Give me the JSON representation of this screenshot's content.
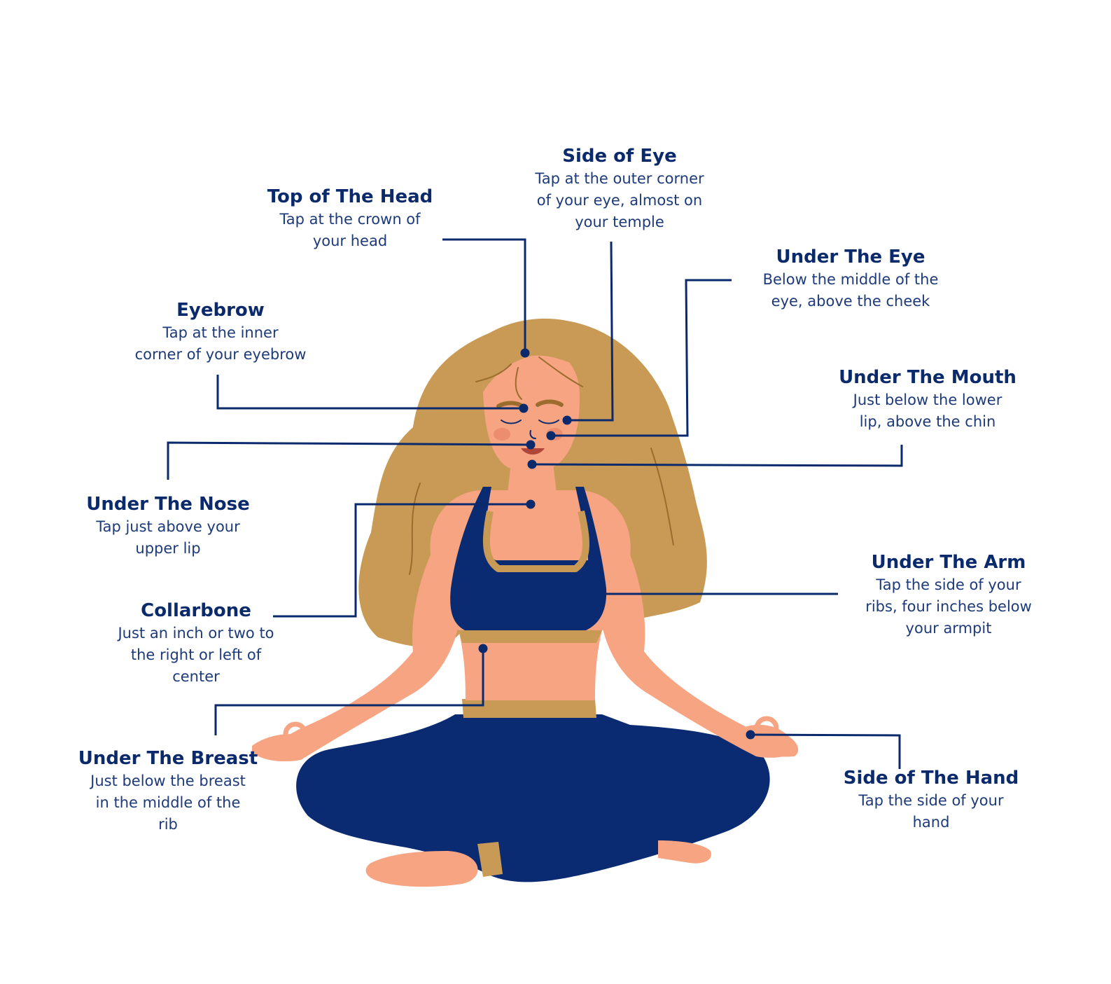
{
  "colors": {
    "navy": "#0b2a6b",
    "hair": "#c99a55",
    "hair_line": "#9a6d2e",
    "skin": "#f7a483",
    "skin_shadow": "#ec8e6e",
    "top": "#0a2b72",
    "trim": "#c99a55",
    "background": "#ffffff"
  },
  "illustration": {
    "subject": "woman-meditating-figure"
  },
  "points": {
    "top_of_head": {
      "title": "Top of The Head",
      "desc": [
        "Tap at the crown of",
        "your head"
      ]
    },
    "side_of_eye": {
      "title": "Side of Eye",
      "desc": [
        "Tap at the outer corner",
        "of your eye, almost on",
        "your temple"
      ]
    },
    "under_eye": {
      "title": "Under The Eye",
      "desc": [
        "Below the middle of  the",
        "eye, above the cheek"
      ]
    },
    "eyebrow": {
      "title": "Eyebrow",
      "desc": [
        "Tap at the inner",
        "corner of your eyebrow"
      ]
    },
    "under_mouth": {
      "title": "Under The Mouth",
      "desc": [
        "Just below the lower",
        "lip, above the chin"
      ]
    },
    "under_nose": {
      "title": "Under The Nose",
      "desc": [
        "Tap just above your",
        "upper lip"
      ]
    },
    "under_arm": {
      "title": "Under The Arm",
      "desc": [
        "Tap the side of your",
        "ribs, four inches below",
        "your armpit"
      ]
    },
    "collarbone": {
      "title": "Collarbone",
      "desc": [
        "Just an inch or two to",
        "the right or left of",
        "center"
      ]
    },
    "under_breast": {
      "title": "Under The Breast",
      "desc": [
        "Just below the breast",
        "in the middle of the",
        "rib"
      ]
    },
    "side_of_hand": {
      "title": "Side of The Hand",
      "desc": [
        "Tap the side of your",
        "hand"
      ]
    }
  }
}
